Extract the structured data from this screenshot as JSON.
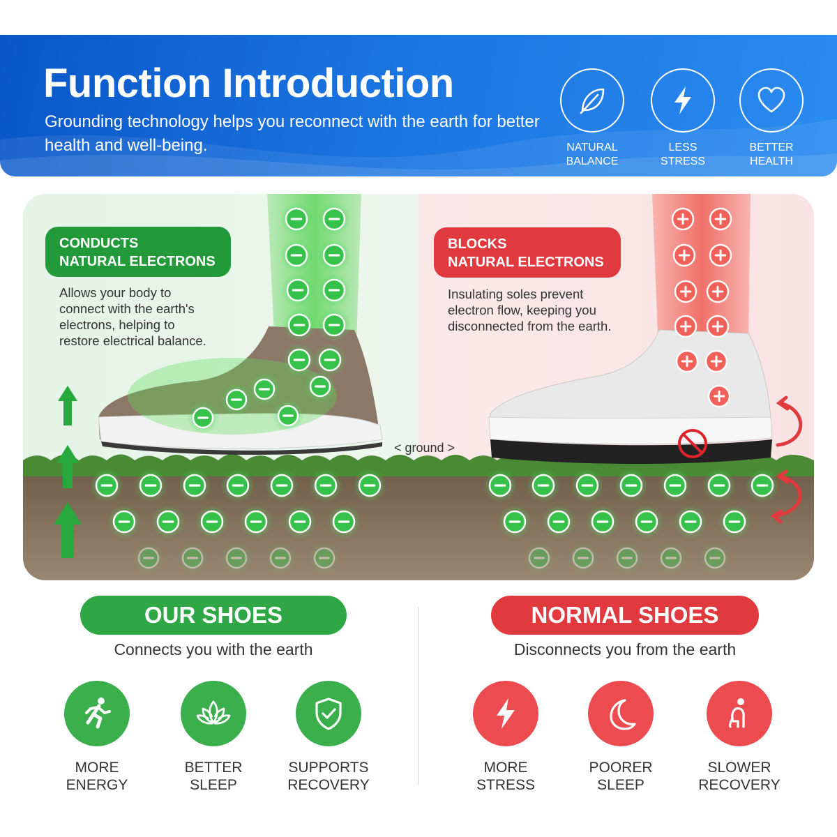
{
  "header": {
    "title": "Function Introduction",
    "subtitle": "Grounding technology helps you reconnect with the earth for better health and well-being.",
    "benefits": [
      {
        "icon": "leaf-icon",
        "label": "NATURAL\nBALANCE"
      },
      {
        "icon": "lightning-icon",
        "label": "LESS\nSTRESS"
      },
      {
        "icon": "heart-icon",
        "label": "BETTER\nHEALTH"
      }
    ]
  },
  "panel": {
    "left": {
      "callout": "CONDUCTS\nNATURAL ELECTRONS",
      "description": "Allows your body to\nconnect with the earth's\nelectrons, helping to\nrestore electrical balance."
    },
    "right": {
      "callout": "BLOCKS\nNATURAL ELECTRONS",
      "description": "Insulating soles prevent\nelectron flow, keeping you\ndisconnected from the earth."
    },
    "ground_label": "< ground >"
  },
  "comparison": {
    "ours": {
      "title": "OUR SHOES",
      "tagline": "Connects you with the earth",
      "features": [
        {
          "icon": "running-person-icon",
          "label": "MORE\nENERGY"
        },
        {
          "icon": "lotus-icon",
          "label": "BETTER\nSLEEP"
        },
        {
          "icon": "shield-check-icon",
          "label": "SUPPORTS\nRECOVERY"
        }
      ]
    },
    "normal": {
      "title": "NORMAL SHOES",
      "tagline": "Disconnects you from the earth",
      "features": [
        {
          "icon": "lightning-icon",
          "label": "MORE\nSTRESS"
        },
        {
          "icon": "moon-icon",
          "label": "POORER\nSLEEP"
        },
        {
          "icon": "tired-person-icon",
          "label": "SLOWER\nRECOVERY"
        }
      ]
    }
  },
  "colors": {
    "header_blue": "#1a6fe0",
    "good_green": "#2ea744",
    "bad_red": "#e0393e"
  }
}
